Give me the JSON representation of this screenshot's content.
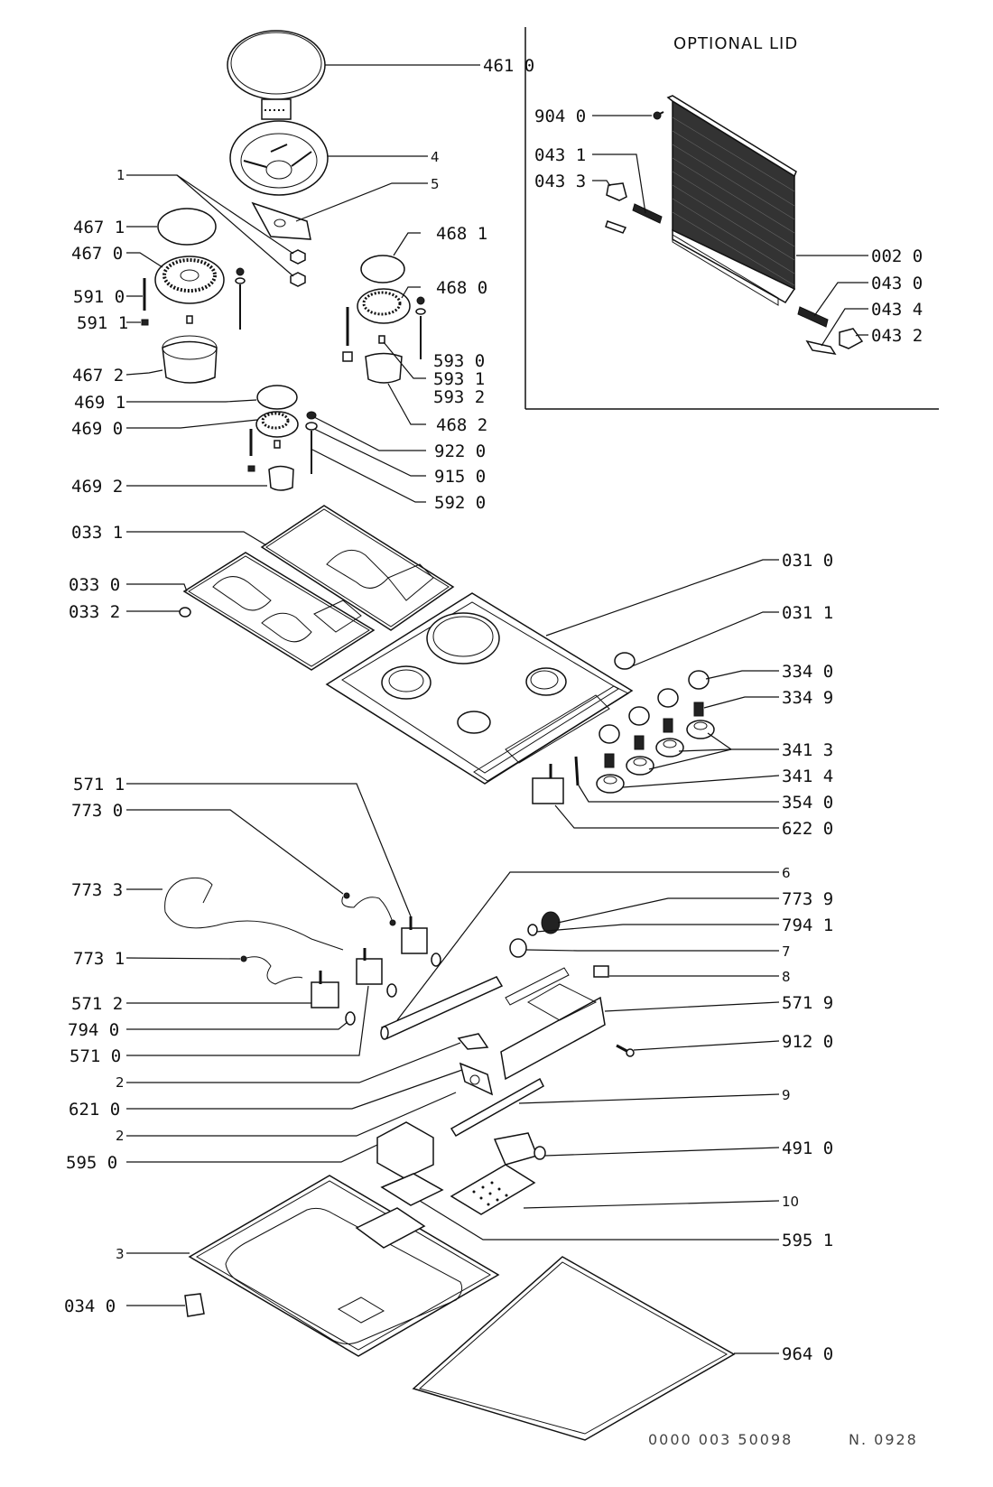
{
  "diagram": {
    "lid_panel_title": "OPTIONAL LID",
    "footer": {
      "document_code": "0000 003 50098",
      "sheet_number": "N. 0928"
    },
    "labels": {
      "l4610": "461 0",
      "l4": "4",
      "l5": "5",
      "l1": "1",
      "l4671": "467 1",
      "l4670": "467 0",
      "l5910": "591 0",
      "l5911": "591 1",
      "l4672": "467 2",
      "l4691": "469 1",
      "l4690": "469 0",
      "l4692": "469 2",
      "l4681": "468 1",
      "l4680": "468 0",
      "l5930": "593 0",
      "l5931": "593 1",
      "l5932": "593 2",
      "l4682": "468 2",
      "l9220": "922 0",
      "l9150": "915 0",
      "l5920": "592 0",
      "l9040": "904 0",
      "l0431": "043 1",
      "l0433": "043 3",
      "l0020": "002 0",
      "l0430": "043 0",
      "l0434": "043 4",
      "l0432": "043 2",
      "l0331": "033 1",
      "l0330": "033 0",
      "l0332": "033 2",
      "l0310": "031 0",
      "l0311": "031 1",
      "l3340": "334 0",
      "l3349": "334 9",
      "l3413": "341 3",
      "l3414": "341 4",
      "l3540": "354 0",
      "l6220": "622 0",
      "l5711": "571 1",
      "l7730": "773 0",
      "l7733": "773 3",
      "l7731": "773 1",
      "l5712": "571 2",
      "l7940": "794 0",
      "l5710": "571 0",
      "l2a": "2",
      "l6210": "621 0",
      "l2b": "2",
      "l5950": "595 0",
      "l3": "3",
      "l0340": "034 0",
      "l6": "6",
      "l7739": "773 9",
      "l7941": "794 1",
      "l7": "7",
      "l8": "8",
      "l5719": "571 9",
      "l9120": "912 0",
      "l9": "9",
      "l4910": "491 0",
      "l10": "10",
      "l5951": "595 1",
      "l9640": "964 0"
    }
  }
}
